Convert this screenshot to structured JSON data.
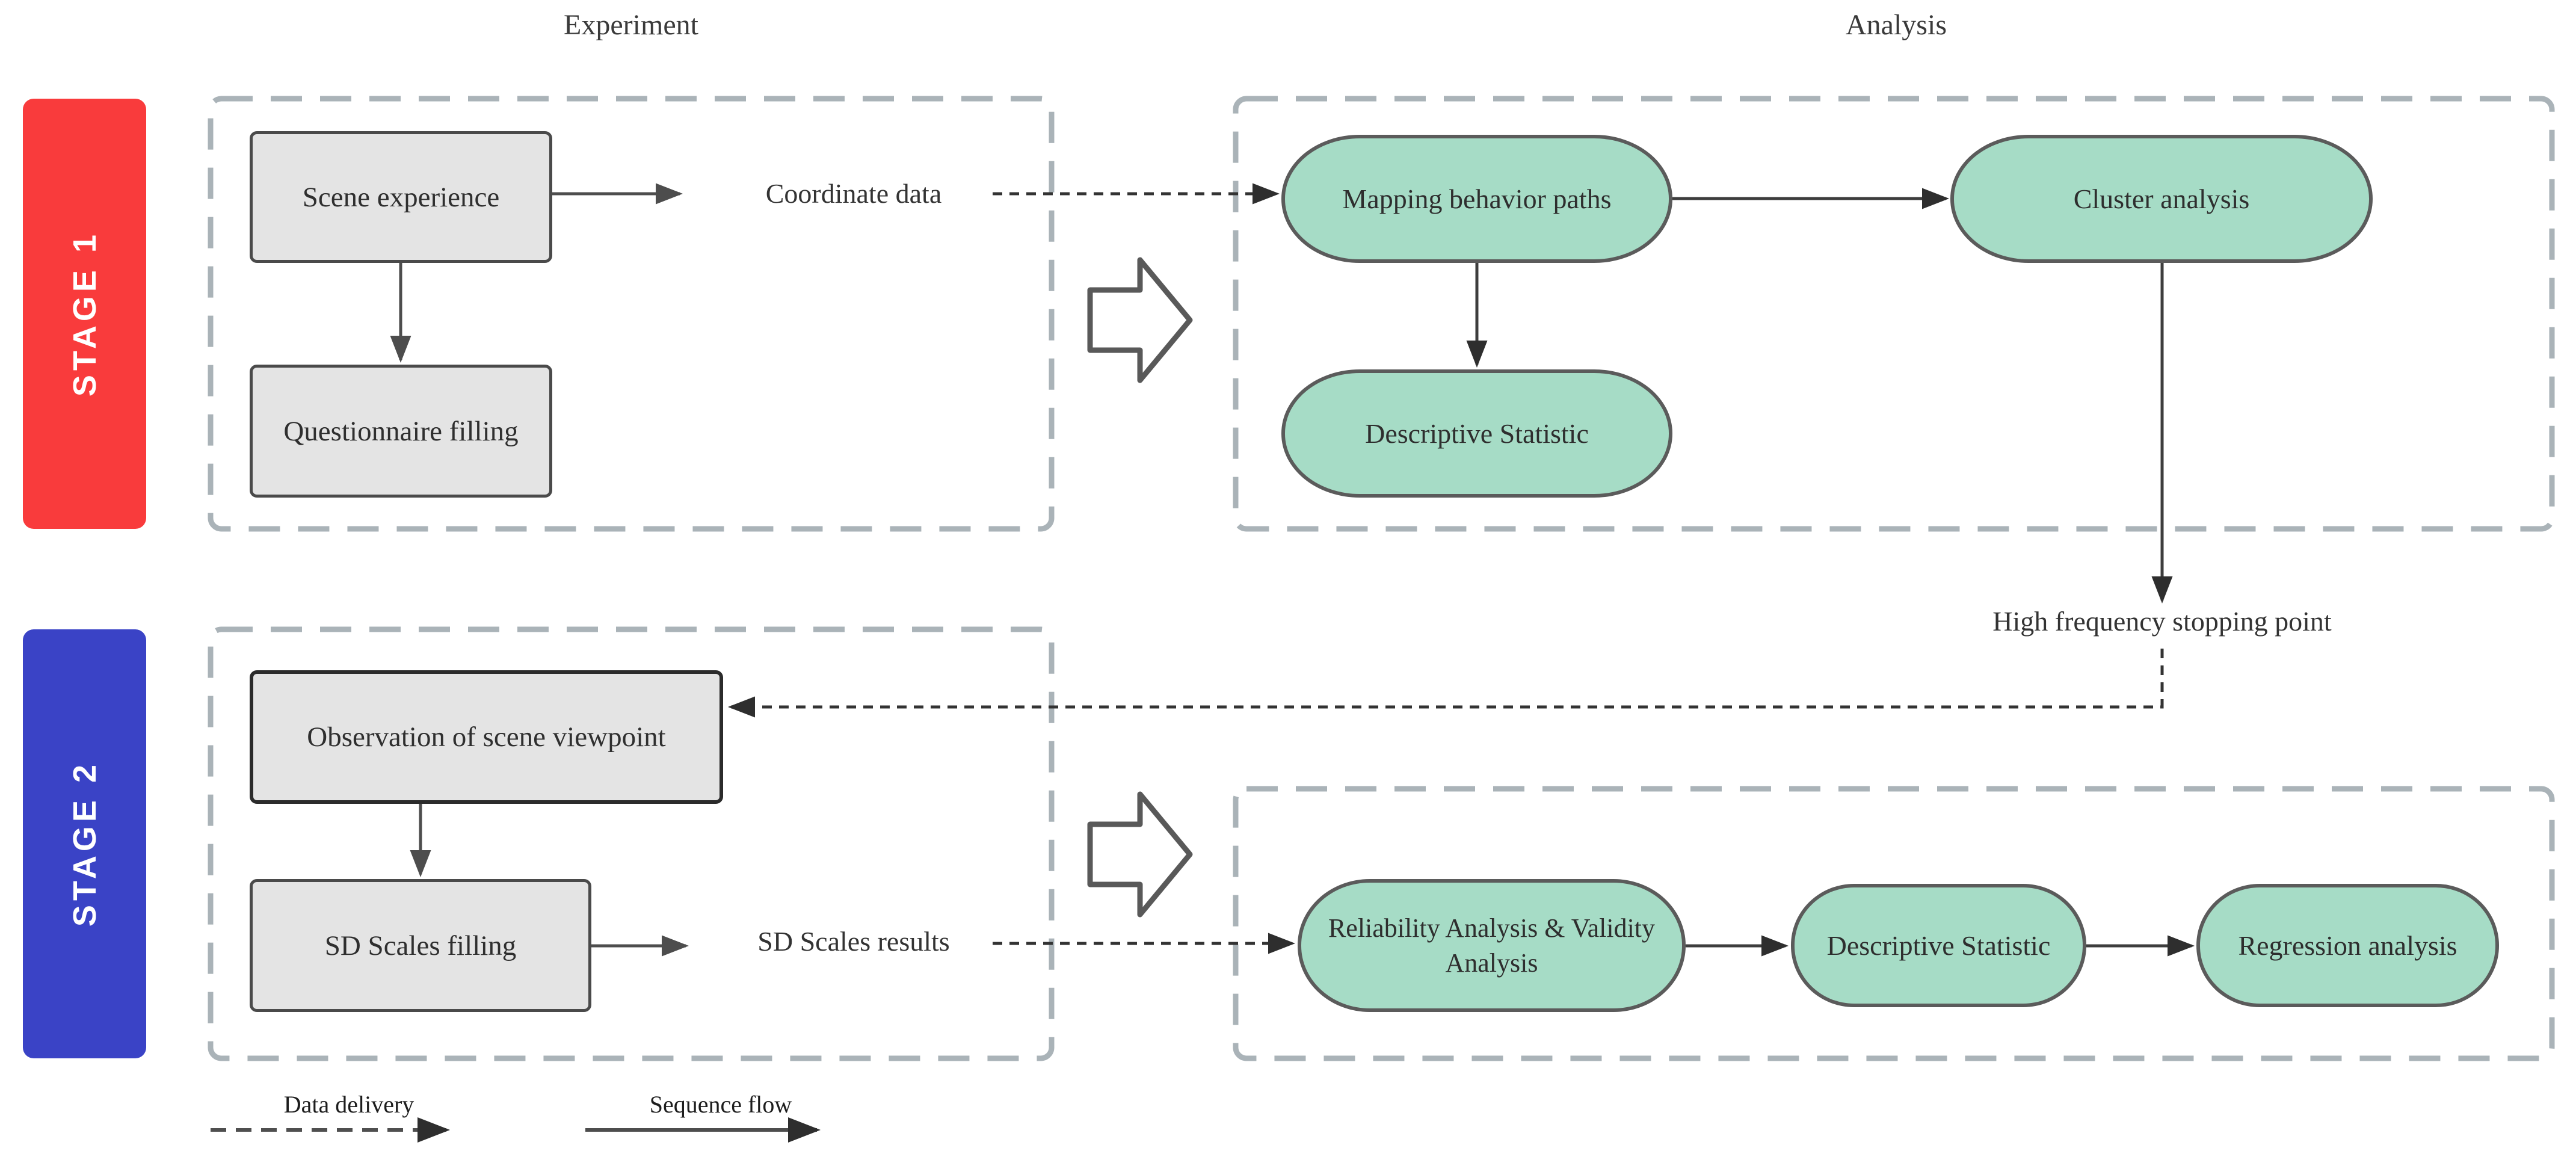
{
  "header": {
    "experiment_title": "Experiment",
    "analysis_title": "Analysis"
  },
  "stage1": {
    "badge": "STAGE 1",
    "experiment": {
      "node1": "Scene experience",
      "node2": "Questionnaire filling",
      "data_out": "Coordinate data"
    },
    "analysis": {
      "node1": "Mapping behavior paths",
      "node2": "Cluster analysis",
      "node3": "Descriptive Statistic",
      "output": "High frequency stopping point"
    }
  },
  "stage2": {
    "badge": "STAGE 2",
    "experiment": {
      "node1": "Observation of scene viewpoint",
      "node2": "SD Scales filling",
      "data_out": "SD Scales results"
    },
    "analysis": {
      "node1": "Reliability Analysis & Validity Analysis",
      "node2": "Descriptive Statistic",
      "node3": "Regression analysis"
    }
  },
  "legend": {
    "data_delivery": "Data delivery",
    "sequence_flow": "Sequence flow"
  },
  "colors": {
    "stage1_badge": "#f93b3c",
    "stage2_badge": "#3a43c6",
    "process_fill": "#a6dcc6",
    "process_border": "#5b5b5b",
    "task_fill": "#e4e4e4",
    "task_border": "#4a4a4a",
    "container_border": "#aab3b8",
    "arrow": "#4d4d4d",
    "dashed_arrow": "#333333"
  }
}
